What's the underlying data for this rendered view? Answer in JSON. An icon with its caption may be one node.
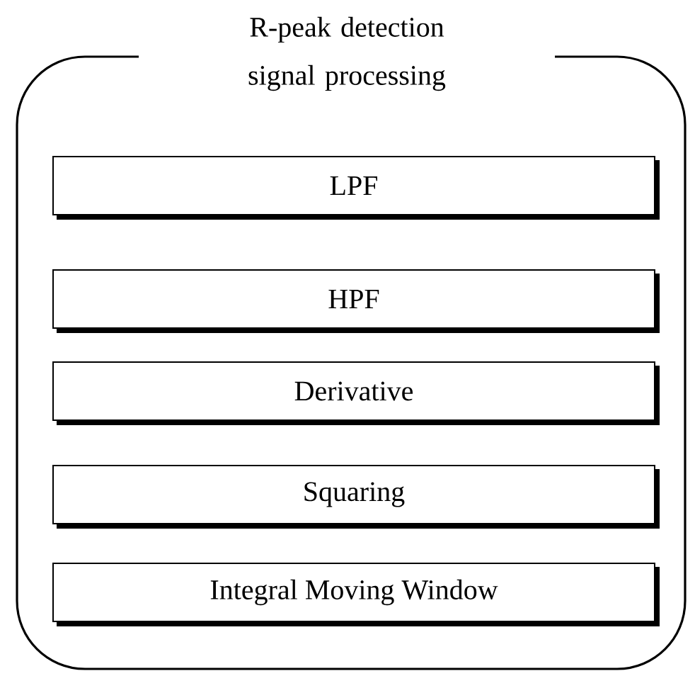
{
  "diagram": {
    "nodes": [
      {
        "text": [
          "R-peak detection signal processing"
        ]
      },
      {
        "text": [
          "LPF"
        ],
        "in": 0
      },
      {
        "text": [
          "HPF"
        ],
        "in": 0
      },
      {
        "text": [
          "Derivative"
        ],
        "in": 0
      },
      {
        "text": [
          "Squaring"
        ],
        "in": 0
      },
      {
        "text": [
          "Integral Moving Window"
        ],
        "in": 0
      }
    ]
  }
}
